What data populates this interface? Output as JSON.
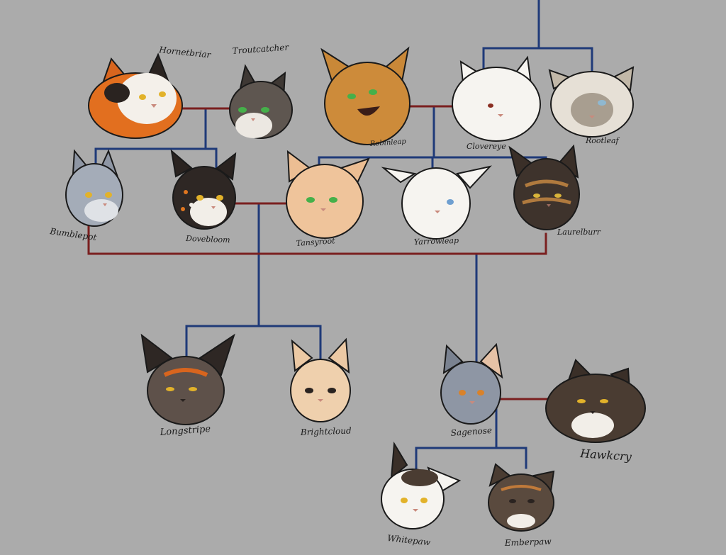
{
  "colors": {
    "background": "#ababab",
    "descent_line": "#1f3a78",
    "mate_line": "#7a1f1f"
  },
  "cats": {
    "hornetbriar": {
      "name": "Hornetbriar"
    },
    "troutcatcher": {
      "name": "Troutcatcher"
    },
    "robinleap": {
      "name": "Robinleap"
    },
    "clovereye": {
      "name": "Clovereye"
    },
    "rootleaf": {
      "name": "Rootleaf"
    },
    "bumblepot": {
      "name": "Bumblepot"
    },
    "dovebloom": {
      "name": "Dovebloom"
    },
    "tansyroot": {
      "name": "Tansyroot"
    },
    "yarrowleap": {
      "name": "Yarrowleap"
    },
    "laurelburr": {
      "name": "Laurelburr"
    },
    "longstripe": {
      "name": "Longstripe"
    },
    "brightcloud": {
      "name": "Brightcloud"
    },
    "sagenose": {
      "name": "Sagenose"
    },
    "hawkcry": {
      "name": "Hawkcry"
    },
    "whitepaw": {
      "name": "Whitepaw"
    },
    "emberpaw": {
      "name": "Emberpaw"
    }
  }
}
